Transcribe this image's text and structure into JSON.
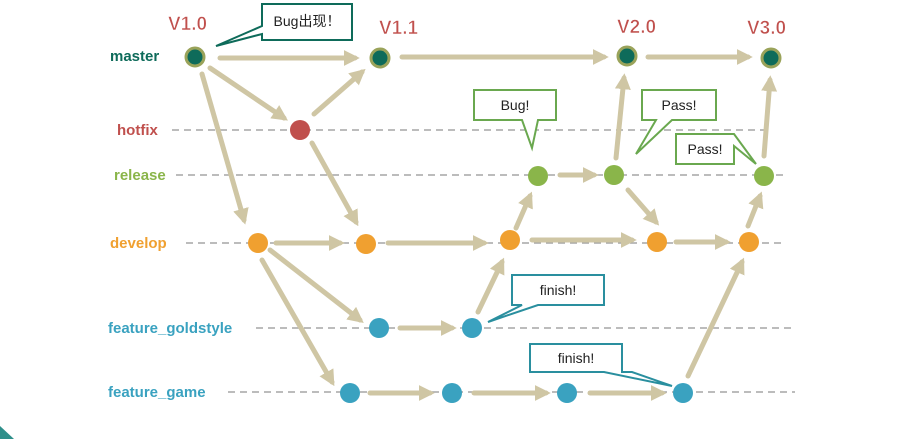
{
  "colors": {
    "master": "#0e6b5a",
    "hotfix": "#c0504d",
    "release": "#8ab54a",
    "develop": "#f0a030",
    "feature": "#3aa2c0",
    "version": "#c0504d",
    "arrow": "#cfc6a4",
    "dash": "#a6a6a6",
    "callout_green": "#6aa84f",
    "callout_teal": "#2a8f9f"
  },
  "lanes": {
    "master": "master",
    "hotfix": "hotfix",
    "release": "release",
    "develop": "develop",
    "feature_goldstyle": "feature_goldstyle",
    "feature_game": "feature_game"
  },
  "versions": [
    "V1.0",
    "V1.1",
    "V2.0",
    "V3.0"
  ],
  "callouts": {
    "bug_found": "Bug出现！",
    "bug": "Bug!",
    "pass_1": "Pass!",
    "pass_2": "Pass!",
    "finish_1": "finish!",
    "finish_2": "finish!"
  }
}
